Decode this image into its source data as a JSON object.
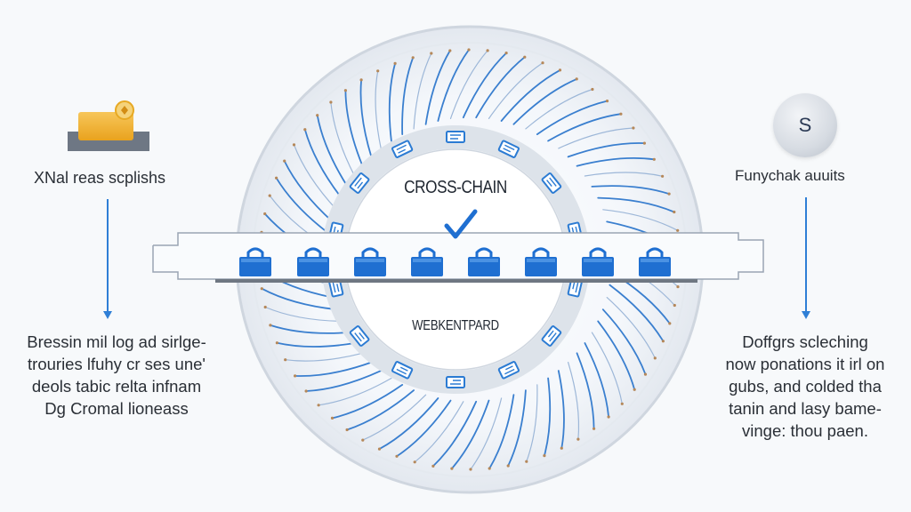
{
  "center": {
    "title": "CROSS-CHAIN",
    "subtitle": "WEBKENTPARD"
  },
  "left": {
    "title": "XNal reas scplishs",
    "text_lines": [
      "Bressin mil log ad sirlge-",
      "trouries lfuhy cr ses une'",
      "deols tabic relta infnam",
      "Dg Cromal lioneass"
    ]
  },
  "right": {
    "avatar_letter": "S",
    "title": "Funychak auuits",
    "text_lines": [
      "Doffgrs scleching",
      "now ponations it irl on",
      "gubs, and colded tha",
      "tanin and lasy bame-",
      "vinge: thou paen."
    ]
  },
  "icons": {
    "left": "folder-gold-icon",
    "check": "checkmark-icon",
    "blocks": "lock-block-icon"
  },
  "colors": {
    "accent_blue": "#1f6fd1",
    "ring_gray": "#d5dbe3",
    "gold": "#f2b233"
  }
}
